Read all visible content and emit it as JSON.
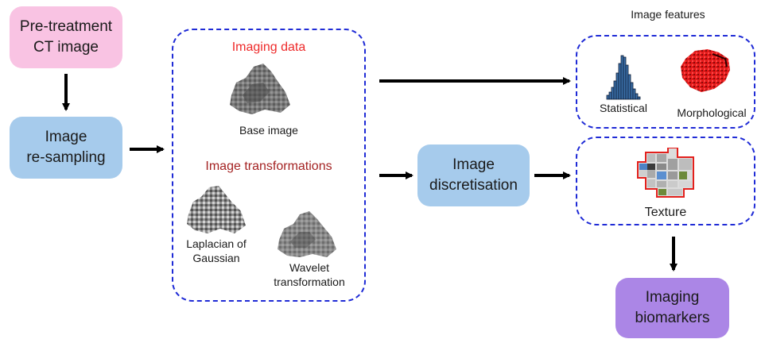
{
  "nodes": {
    "pretreatment": [
      "Pre-treatment",
      "CT image"
    ],
    "resampling": [
      "Image",
      "re-sampling"
    ],
    "discretisation": [
      "Image",
      "discretisation"
    ],
    "biomarkers": [
      "Imaging",
      "biomarkers"
    ]
  },
  "imaging_data": {
    "title": "Imaging data",
    "base_image": "Base image",
    "transform_title": "Image transformations",
    "log_label": [
      "Laplacian of",
      "Gaussian"
    ],
    "wavelet_label": [
      "Wavelet",
      "transformation"
    ]
  },
  "features": {
    "title": "Image features",
    "statistical": "Statistical",
    "morphological": "Morphological",
    "texture": "Texture"
  },
  "colors": {
    "pink": "#f9c3e3",
    "blue": "#a6cbec",
    "purple": "#ab86e6",
    "dashed": "#1f2bd6",
    "red_title": "#ee2a2a",
    "dark_red_title": "#a42323"
  }
}
